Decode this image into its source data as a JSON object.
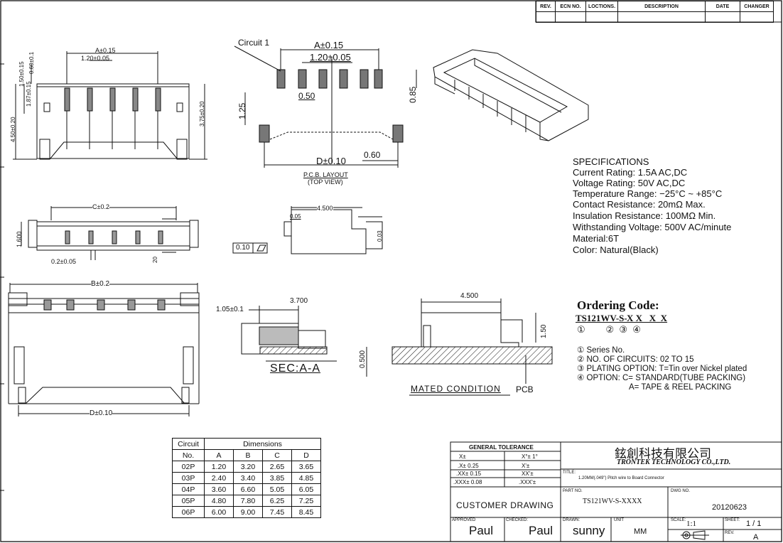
{
  "revision_table": {
    "headers": [
      "REV.",
      "ECN NO.",
      "LOCTIONS.",
      "DESCRIPTION",
      "DATE",
      "CHANGER"
    ]
  },
  "side_view": {
    "dim_a": "A±0.15",
    "pitch": "1.20±0.05",
    "d_060": "0.60±0.1",
    "d_1_50": "1.50±0.15",
    "d_1_87": "1.87±0.15",
    "d_4_50": "4.50±0.20",
    "d_3_75": "3.75±0.20"
  },
  "pcb_layout": {
    "circuit1": "Circuit 1",
    "dim_a": "A±0.15",
    "pitch": "1.20±0.05",
    "d_050": "0.50",
    "d_125": "1.25",
    "d_085": "0.85",
    "d_060": "0.60",
    "dim_d": "D±0.10",
    "caption1": "P.C.B. LAYOUT",
    "caption2": "(TOP VIEW)"
  },
  "front_view": {
    "dim_c": "C±0.2",
    "d_1600": "1.600",
    "pin_w": "0.2±0.05",
    "d_20": "20"
  },
  "side_section": {
    "d_4500": "4.500",
    "d_005": "0.05",
    "d_003": "0.03",
    "flatness": "0.10"
  },
  "bottom_view": {
    "dim_b": "B±0.2",
    "dim_d": "D±0.10"
  },
  "section_aa": {
    "d_105": "1.05±0.1",
    "d_3700": "3.700",
    "d_0500": "0.500",
    "label": "SEC:A-A"
  },
  "mated": {
    "d_4500": "4.500",
    "d_150": "1.50",
    "label": "MATED CONDITION",
    "pcb": "PCB"
  },
  "specifications": {
    "title": "SPECIFICATIONS",
    "lines": [
      "Current Rating: 1.5A AC,DC",
      "Voltage Rating: 50V AC,DC",
      "Temperature Range: −25°C ~ +85°C",
      "Contact Resistance: 20mΩ Max.",
      "Insulation Resistance: 100MΩ Min.",
      "Withstanding Voltage: 500V AC/minute",
      "Material:6T",
      "Color: Natural(Black)"
    ]
  },
  "ordering": {
    "title": "Ordering Code:",
    "code_prefix": "TS121WV-S-",
    "code_x": "X X   X  X",
    "circles": "①        ②  ③  ④",
    "notes": [
      "① Series No.",
      "② NO. OF CIRCUITS: 02 TO 15",
      "③ PLATING OPTION: T=Tin over Nickel plated",
      "④ OPTION: C= STANDARD(TUBE PACKING)",
      "A= TAPE & REEL PACKING"
    ]
  },
  "dimensions_table": {
    "header_circuit": "Circuit",
    "header_no": "No.",
    "header_dims": "Dimensions",
    "columns": [
      "A",
      "B",
      "C",
      "D"
    ],
    "rows": [
      [
        "02P",
        "1.20",
        "3.20",
        "2.65",
        "3.65"
      ],
      [
        "03P",
        "2.40",
        "3.40",
        "3.85",
        "4.85"
      ],
      [
        "04P",
        "3.60",
        "6.60",
        "5.05",
        "6.05"
      ],
      [
        "05P",
        "4.80",
        "7.80",
        "6.25",
        "7.25"
      ],
      [
        "06P",
        "6.00",
        "9.00",
        "7.45",
        "8.45"
      ]
    ]
  },
  "title_block": {
    "general_tolerance": "GENERAL TOLERANCE",
    "tol_rows": [
      [
        "X±",
        "X°± 1°"
      ],
      [
        ".X± 0.25",
        "X'±"
      ],
      [
        ".XX± 0.15",
        "XX'±"
      ],
      [
        ".XXX± 0.08",
        ".XXX'±"
      ]
    ],
    "company_cn": "鉉創科技有限公司",
    "company_en": "TRONTEK TECHNOLOGY CO.,LTD.",
    "title_label": "TITLE:",
    "title_value": "1.20MM(.049\") Pitch wire to Board Connector",
    "customer_drawing": "CUSTOMER DRAWING",
    "part_label": "PART NO.",
    "part_value": "TS121WV-S-XXXX",
    "dwg_label": "DWG NO.",
    "dwg_value": "20120623",
    "approved_label": "APPROVED",
    "approved_value": "Paul",
    "checked_label": "CHECKED:",
    "checked_value": "Paul",
    "drawn_label": "DRAWN:",
    "drawn_value": "sunny",
    "unit_label": "UNIT",
    "unit_value": "MM",
    "scale_label": "SCALE:",
    "scale_value": "1:1",
    "sheet_label": "SHEET:",
    "sheet_value": "1 / 1",
    "rev_label": "REV.",
    "rev_value": "A"
  }
}
